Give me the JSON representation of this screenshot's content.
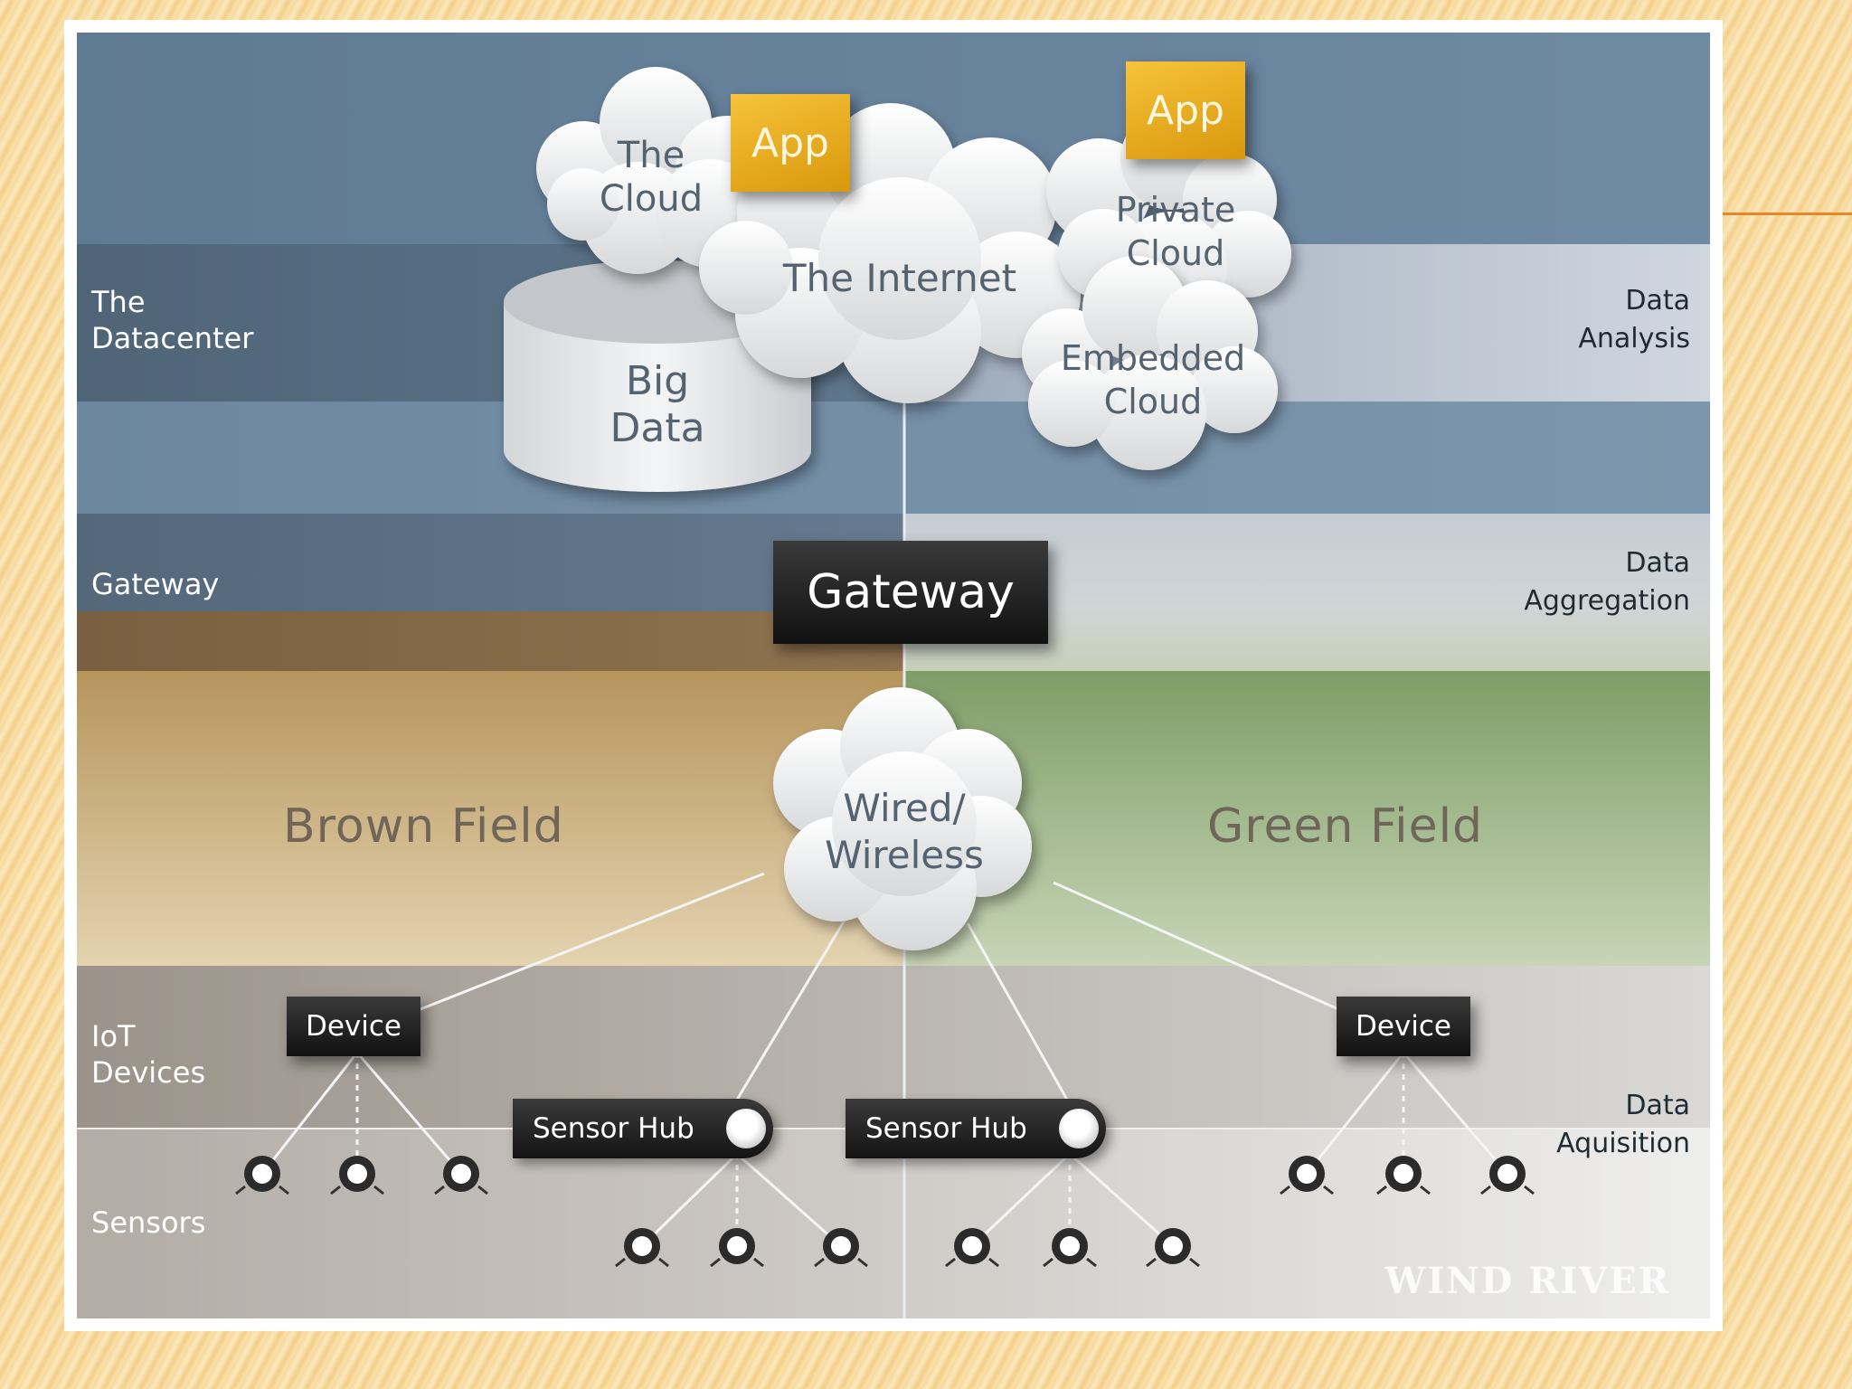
{
  "layers": {
    "datacenter": "The\nDatacenter",
    "gateway": "Gateway",
    "iot_devices": "IoT\nDevices",
    "sensors": "Sensors"
  },
  "functions": {
    "data_analysis": "Data\nAnalysis",
    "data_aggregation": "Data\nAggregation",
    "data_aquisition": "Data\nAquisition"
  },
  "clouds": {
    "the_cloud": "The\nCloud",
    "the_internet": "The Internet",
    "private_cloud": "Private\nCloud",
    "embedded_cloud": "Embedded\nCloud",
    "wired_wireless": "Wired/\nWireless"
  },
  "big_data": "Big\nData",
  "apps": [
    "App",
    "App"
  ],
  "gateway_box": "Gateway",
  "fields": {
    "brown": "Brown Field",
    "green": "Green Field"
  },
  "devices": [
    "Device",
    "Device"
  ],
  "sensor_hubs": [
    "Sensor Hub",
    "Sensor Hub"
  ],
  "watermark": "WIND RIVER",
  "colors": {
    "accent": "#e8862a",
    "app_gold": "#e8aa1c"
  }
}
